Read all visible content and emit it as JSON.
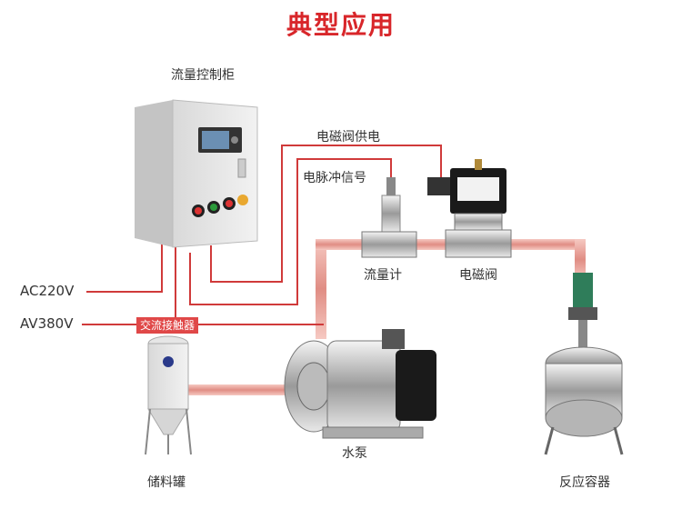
{
  "title": "典型应用",
  "labels": {
    "control_cabinet": "流量控制柜",
    "valve_power": "电磁阀供电",
    "pulse_signal": "电脉冲信号",
    "flow_meter": "流量计",
    "solenoid_valve": "电磁阀",
    "ac220": "AC220V",
    "av380": "AV380V",
    "contactor": "交流接触器",
    "storage_tank": "储料罐",
    "water_pump": "水泵",
    "reactor": "反应容器"
  },
  "colors": {
    "title": "#d8262a",
    "wire": "#d03a3a",
    "pipe": "#e8a39a",
    "contactor_bg": "#e04848"
  }
}
